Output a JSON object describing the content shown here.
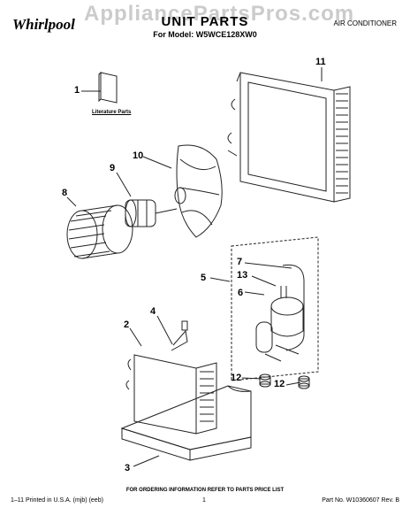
{
  "header": {
    "watermark": "AppliancePartsPros.com",
    "brand": "Whirlpool",
    "title": "UNIT PARTS",
    "model": "For Model: W5WCE128XW0",
    "category": "AIR CONDITIONER"
  },
  "labels": {
    "l1": "1",
    "l2": "2",
    "l3": "3",
    "l4": "4",
    "l5": "5",
    "l6": "6",
    "l7": "7",
    "l8": "8",
    "l9": "9",
    "l10": "10",
    "l11": "11",
    "l12a": "12",
    "l12b": "12",
    "l13": "13",
    "literature": "Literature Parts"
  },
  "footer": {
    "instructions": "FOR ORDERING INFORMATION REFER TO PARTS PRICE LIST",
    "printed": "1–11 Printed in U.S.A. (mjb) (eeb)",
    "page": "1",
    "part_no": "Part No. W10360607 Rev. B"
  }
}
